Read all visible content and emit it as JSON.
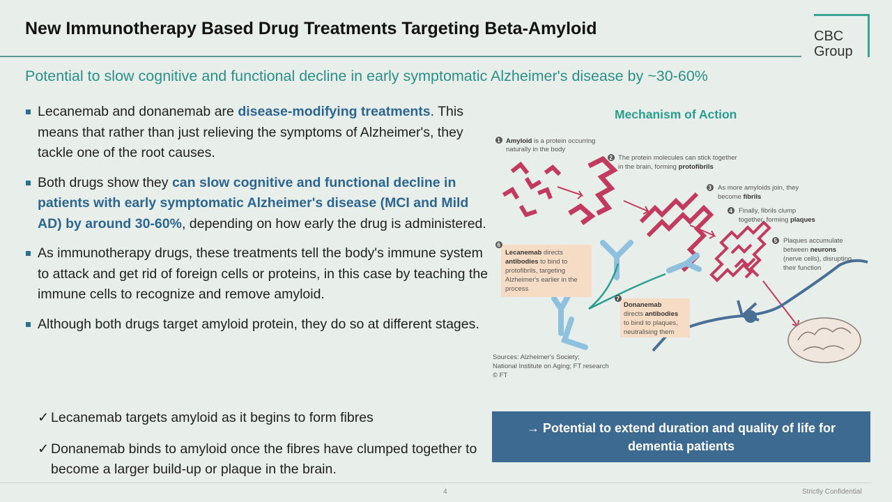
{
  "slide": {
    "title": "New Immunotherapy Based Drug Treatments Targeting Beta-Amyloid",
    "subtitle": "Potential to slow cognitive and functional decline in early symptomatic Alzheimer's disease by ~30-60%",
    "logo": {
      "line1": "CBC",
      "line2": "Group"
    },
    "bullets": [
      {
        "pre": "Lecanemab and donanemab are ",
        "hl": "disease-modifying treatments",
        "post": ". This means that rather than just relieving the symptoms of Alzheimer's, they tackle one of the root causes."
      },
      {
        "pre": "Both drugs show they ",
        "hl": "can slow cognitive and functional decline in patients with early symptomatic Alzheimer's disease (MCI and Mild AD) by around 30-60%",
        "post": ", depending on how early the drug is administered."
      },
      {
        "pre": "As immunotherapy drugs, these treatments tell the body's immune system to attack and get rid of foreign cells or proteins, in this case by teaching the immune cells to recognize and remove amyloid.",
        "hl": "",
        "post": ""
      },
      {
        "pre": "Although both drugs target amyloid protein, they do so at different stages.",
        "hl": "",
        "post": ""
      }
    ],
    "checks": [
      "Lecanemab targets amyloid as it begins to form fibres",
      "Donanemab binds to amyloid once the fibres have clumped together to become a larger build-up or plaque in the brain."
    ],
    "check_glyph": "✓",
    "diagram": {
      "title": "Mechanism of Action",
      "steps": [
        {
          "n": "1",
          "bold": "Amyloid",
          "text1": " is a protein occurring",
          "text2": "naturally in the body"
        },
        {
          "n": "2",
          "line1": "The protein molecules can stick together",
          "line2_pre": "in the brain, forming ",
          "line2_hl": "protofibrils"
        },
        {
          "n": "3",
          "line1": "As more amyloids join, they",
          "line2_pre": "become ",
          "line2_hl": "fibrils"
        },
        {
          "n": "4",
          "line1": "Finally, fibrils clump",
          "line2_pre": "together, forming ",
          "line2_hl": "plaques"
        },
        {
          "n": "5",
          "line1": "Plaques accumulate",
          "line2_pre": "between ",
          "line2_hl": "neurons",
          "line3": "(nerve cells), disrupting",
          "line4": "their function"
        }
      ],
      "lecanemab": {
        "n": "6",
        "name": "Lecanemab",
        "t1": " directs",
        "hl": "antibodies",
        "t2": " to bind to",
        "l3": "protofibrils, targeting",
        "l4": "Alzheimer's earlier in the",
        "l5": "process"
      },
      "donanemab": {
        "n": "7",
        "name": "Donanemab",
        "l2_pre": "directs ",
        "hl": "antibodies",
        "l3": "to bind to plaques,",
        "l4": "neutralising them"
      },
      "sources": [
        "Sources: Alzheimer's Society;",
        "National Institute on Aging; FT research",
        "© FT"
      ],
      "colors": {
        "amyloid": "#c23b5e",
        "antibody": "#8fc1df",
        "label_box": "#f6dcc4",
        "teal": "#2a9d8f",
        "neuron": "#4a6f96"
      }
    },
    "callout": {
      "line1": "→ Potential to extend duration and quality of life for",
      "line2": "dementia patients"
    },
    "footer": {
      "page": "4",
      "confidential": "Strictly Confidential"
    },
    "colors": {
      "accent": "#2a8f86",
      "highlight": "#2c6690",
      "callout_bg": "#3d6a91",
      "background": "#e8eeea"
    }
  }
}
